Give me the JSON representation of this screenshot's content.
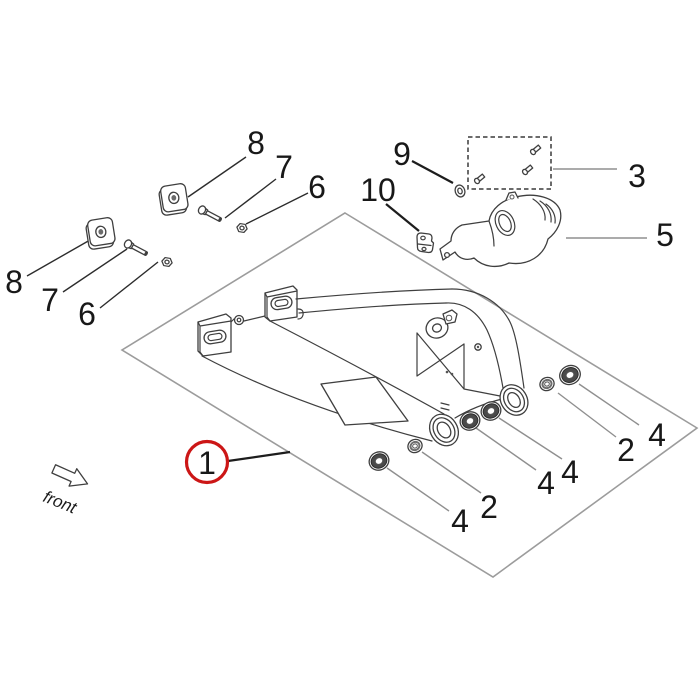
{
  "diagram": {
    "type": "exploded-parts-diagram",
    "subject": "swingarm-assembly",
    "front_label": "front",
    "colors": {
      "accent_red": "#cc1616",
      "line_dark": "#3f3f3f",
      "line_gray": "#9c9c9c",
      "leader_gray": "#8f8f8f",
      "bearing_fill": "#4a4a4a",
      "label_color": "#181818"
    },
    "callouts": [
      {
        "part": "8",
        "target": "mount-pad-right"
      },
      {
        "part": "7",
        "target": "mount-bolt-right"
      },
      {
        "part": "6",
        "target": "mount-nut-right"
      },
      {
        "part": "8",
        "target": "mount-pad-left"
      },
      {
        "part": "7",
        "target": "mount-bolt-left"
      },
      {
        "part": "6",
        "target": "mount-nut-left"
      },
      {
        "part": "9",
        "target": "small-washer"
      },
      {
        "part": "10",
        "target": "clip"
      },
      {
        "part": "3",
        "target": "hardware-kit-box"
      },
      {
        "part": "5",
        "target": "chain-guide"
      },
      {
        "part": "1",
        "target": "swingarm",
        "highlighted": true
      },
      {
        "part": "4",
        "target": "bearing-front-left"
      },
      {
        "part": "2",
        "target": "washer-front-left"
      },
      {
        "part": "4",
        "target": "bearing-mid-left"
      },
      {
        "part": "4",
        "target": "bearing-mid-right"
      },
      {
        "part": "2",
        "target": "washer-rear-right"
      },
      {
        "part": "4",
        "target": "bearing-rear-right"
      }
    ]
  }
}
